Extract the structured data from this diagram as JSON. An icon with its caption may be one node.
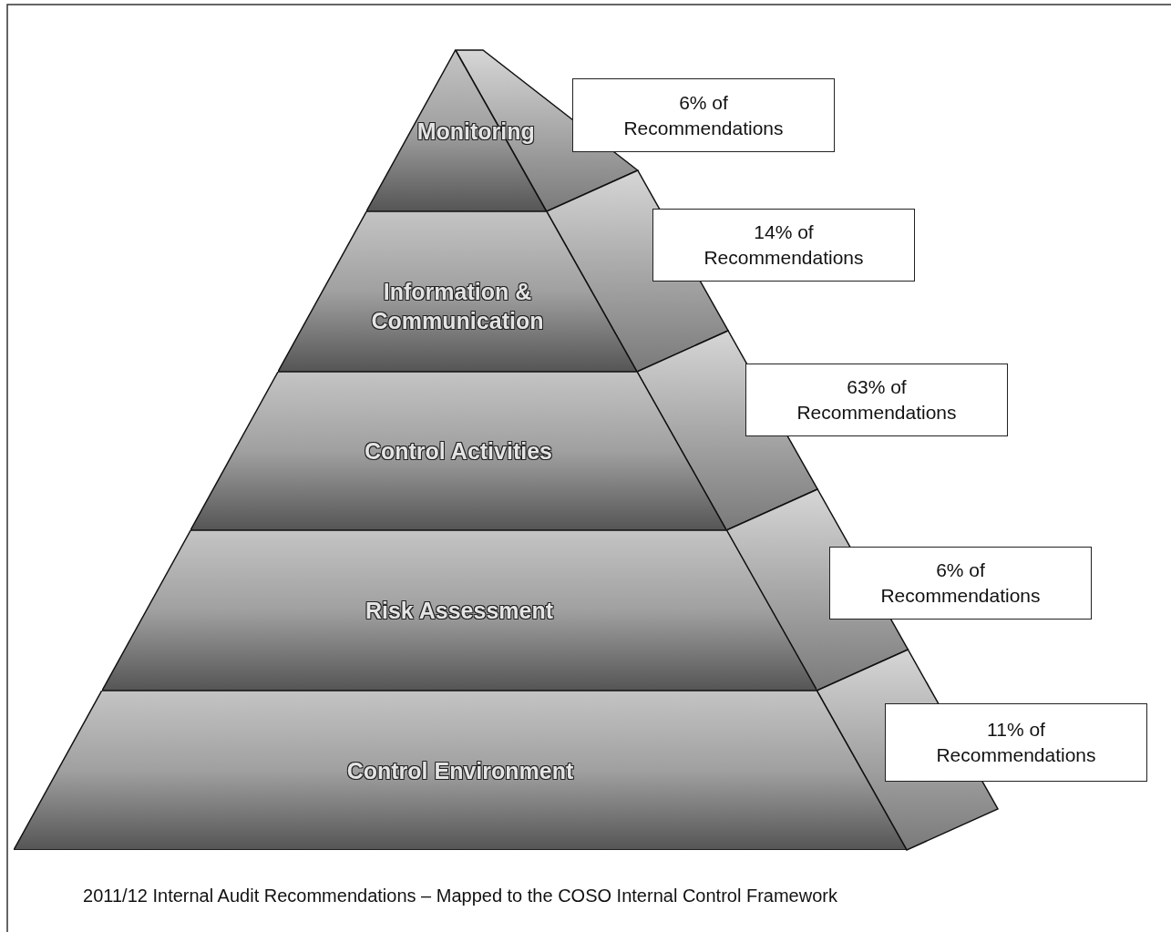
{
  "diagram": {
    "caption": "2011/12 Internal Audit Recommendations – Mapped to the COSO Internal Control Framework",
    "nodes": [
      {
        "text": [
          "Monitoring"
        ]
      },
      {
        "text": [
          "Information & Communication"
        ]
      },
      {
        "text": [
          "Control Activities"
        ]
      },
      {
        "text": [
          "Risk Assessment"
        ]
      },
      {
        "text": [
          "Control Environment"
        ]
      },
      {
        "text": [
          "6% of Recommendations"
        ]
      },
      {
        "text": [
          "14% of Recommendations"
        ]
      },
      {
        "text": [
          "63% of Recommendations"
        ]
      },
      {
        "text": [
          "6% of Recommendations"
        ]
      },
      {
        "text": [
          "11% of Recommendations"
        ]
      }
    ],
    "edges": []
  }
}
